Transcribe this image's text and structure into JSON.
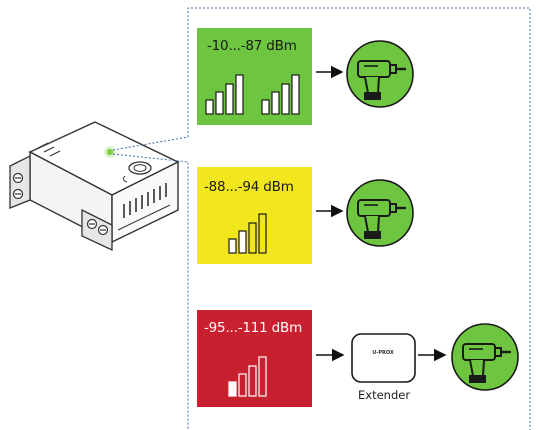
{
  "rows": [
    {
      "signal_label": "-10...-87 dBm",
      "color": "#6ec53f",
      "label_color": "#1a1a1a",
      "signal_icons": 2,
      "target": "drill-icon"
    },
    {
      "signal_label": "-88...-94 dBm",
      "color": "#f2e71d",
      "label_color": "#1a1a1a",
      "signal_icons": 1,
      "target": "drill-icon"
    },
    {
      "signal_label": "-95...-111 dBm",
      "color": "#c8202f",
      "label_color": "#ffffff",
      "signal_icons": 1,
      "target": "drill-icon",
      "via": {
        "label": "Extender",
        "brand": "U-PROX"
      }
    }
  ],
  "colors": {
    "green": "#6ec53f",
    "yellow": "#f2e71d",
    "red": "#c8202f",
    "connector": "#3e6aa8",
    "led": "#7bd13e"
  }
}
